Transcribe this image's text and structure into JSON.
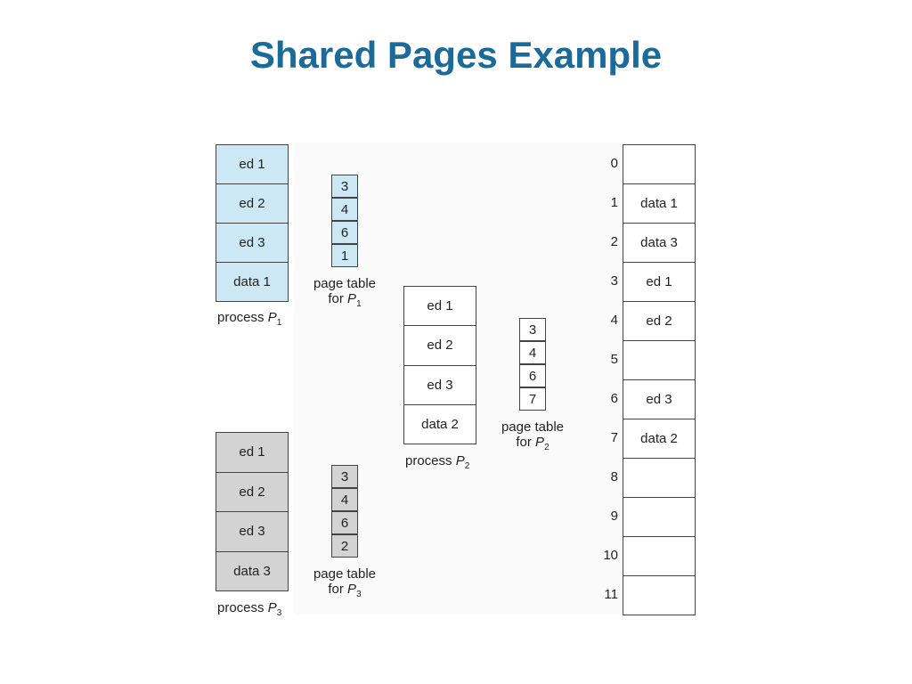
{
  "title": "Shared Pages Example",
  "colors": {
    "title": "#1a6a9a",
    "p1_fill": "#cce8f5",
    "p2_fill": "#ffffff",
    "p3_fill": "#d3d3d3"
  },
  "processes": [
    {
      "id": "p1",
      "caption_prefix": "process ",
      "caption_var": "P",
      "caption_sub": "1",
      "pages": [
        "ed 1",
        "ed 2",
        "ed 3",
        "data 1"
      ]
    },
    {
      "id": "p2",
      "caption_prefix": "process ",
      "caption_var": "P",
      "caption_sub": "2",
      "pages": [
        "ed 1",
        "ed 2",
        "ed 3",
        "data 2"
      ]
    },
    {
      "id": "p3",
      "caption_prefix": "process ",
      "caption_var": "P",
      "caption_sub": "3",
      "pages": [
        "ed 1",
        "ed 2",
        "ed 3",
        "data 3"
      ]
    }
  ],
  "page_tables": [
    {
      "id": "pt1",
      "line1": "page table",
      "line2_prefix": "for ",
      "var": "P",
      "sub": "1",
      "entries": [
        "3",
        "4",
        "6",
        "1"
      ]
    },
    {
      "id": "pt2",
      "line1": "page table",
      "line2_prefix": "for ",
      "var": "P",
      "sub": "2",
      "entries": [
        "3",
        "4",
        "6",
        "7"
      ]
    },
    {
      "id": "pt3",
      "line1": "page table",
      "line2_prefix": "for ",
      "var": "P",
      "sub": "3",
      "entries": [
        "3",
        "4",
        "6",
        "2"
      ]
    }
  ],
  "physical_memory": {
    "frame_numbers": [
      "0",
      "1",
      "2",
      "3",
      "4",
      "5",
      "6",
      "7",
      "8",
      "9",
      "10",
      "11"
    ],
    "frames": [
      "",
      "data 1",
      "data 3",
      "ed 1",
      "ed 2",
      "",
      "ed 3",
      "data 2",
      "",
      "",
      "",
      ""
    ]
  }
}
